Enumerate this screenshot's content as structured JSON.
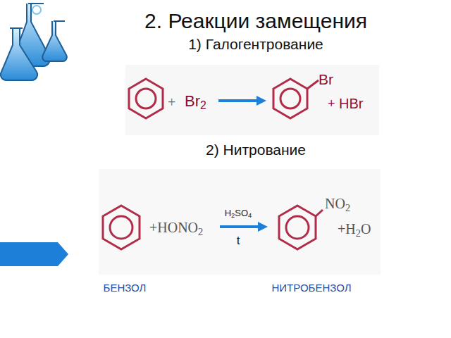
{
  "diagram": {
    "title": "2. Реакции замещения",
    "labels": [
      "1) Галогентрование",
      "+",
      "Br2",
      "Br",
      "+",
      "HBr",
      "2) Нитрование",
      "+HONO2",
      "H2SO4",
      "t",
      "NO2",
      "+H2O",
      "БЕНЗОЛ",
      "НИТРОБЕНЗОЛ"
    ]
  }
}
